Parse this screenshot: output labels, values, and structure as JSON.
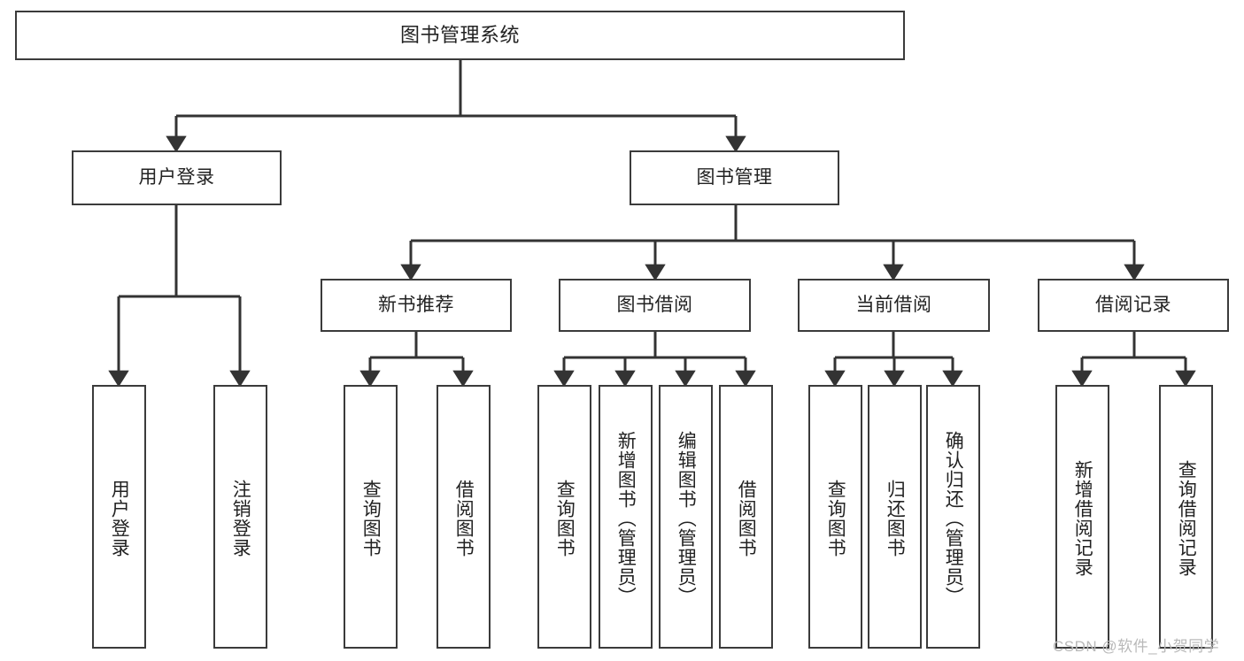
{
  "diagram": {
    "title": "图书管理系统",
    "type": "hierarchy-tree",
    "colors": {
      "box_border": "#3b3b3b",
      "box_fill": "#ffffff",
      "connector": "#333333",
      "text": "#222222",
      "watermark": "#b9b9b9"
    },
    "levels": {
      "root": {
        "label": "图书管理系统"
      },
      "level1": [
        {
          "label": "用户登录"
        },
        {
          "label": "图书管理"
        }
      ],
      "level2": [
        {
          "label": "新书推荐"
        },
        {
          "label": "图书借阅"
        },
        {
          "label": "当前借阅"
        },
        {
          "label": "借阅记录"
        }
      ],
      "leaves": {
        "user_login": [
          {
            "label": "用户登录"
          },
          {
            "label": "注销登录"
          }
        ],
        "new_book_recommend": [
          {
            "label": "查询图书"
          },
          {
            "label": "借阅图书"
          }
        ],
        "book_borrow": [
          {
            "label": "查询图书"
          },
          {
            "label": "新增图书（管理员）"
          },
          {
            "label": "编辑图书（管理员）"
          },
          {
            "label": "借阅图书"
          }
        ],
        "current_borrow": [
          {
            "label": "查询图书"
          },
          {
            "label": "归还图书"
          },
          {
            "label": "确认归还（管理员）"
          }
        ],
        "borrow_record": [
          {
            "label": "新增借阅记录"
          },
          {
            "label": "查询借阅记录"
          }
        ]
      }
    }
  },
  "watermark": {
    "text": "CSDN @软件_小贺同学"
  }
}
